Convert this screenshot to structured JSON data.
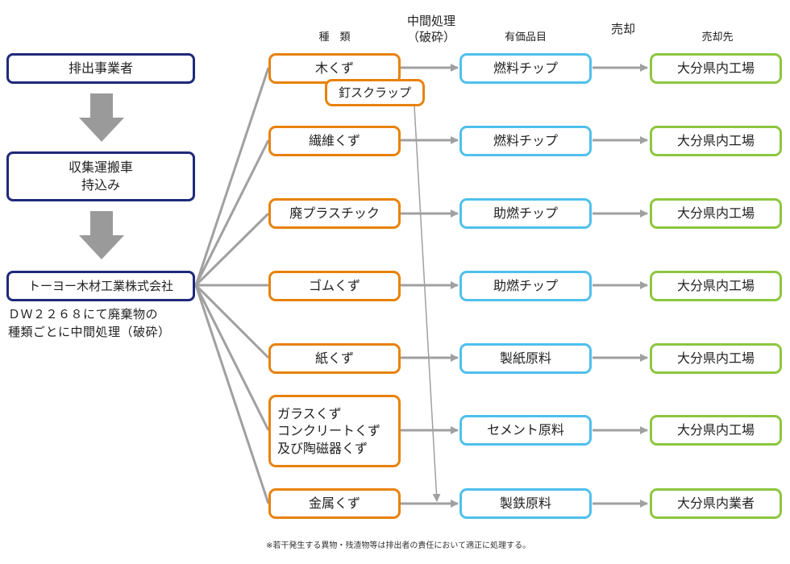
{
  "headers": {
    "type": "種　類",
    "process": "中間処理\n（破砕）",
    "products": "有価品目",
    "sale": "売却",
    "buyer": "売却先"
  },
  "flow": {
    "generator": "排出事業者",
    "transport": "収集運搬車\n持込み",
    "company": "トーヨー木材工業株式会社",
    "note": "ＤＷ２２６８にて廃棄物の\n種類ごとに中間処理（破砕）"
  },
  "rows": [
    {
      "waste": "木くず",
      "product": "燃料チップ",
      "buyer": "大分県内工場"
    },
    {
      "waste": "繊維くず",
      "product": "燃料チップ",
      "buyer": "大分県内工場"
    },
    {
      "waste": "廃プラスチック",
      "product": "助燃チップ",
      "buyer": "大分県内工場"
    },
    {
      "waste": "ゴムくず",
      "product": "助燃チップ",
      "buyer": "大分県内工場"
    },
    {
      "waste": "紙くず",
      "product": "製紙原料",
      "buyer": "大分県内工場"
    },
    {
      "waste": "ガラスくず\nコンクリートくず\n及び陶磁器くず",
      "product": "セメント原料",
      "buyer": "大分県内工場"
    },
    {
      "waste": "金属くず",
      "product": "製鉄原料",
      "buyer": "大分県内業者"
    }
  ],
  "nail_scrap": "釘スクラップ",
  "footnote": "※若干発生する異物・残渣物等は排出者の責任において適正に処理する。",
  "colors": {
    "navy": "#1f2a7a",
    "orange": "#e8820c",
    "cyan": "#4fc0ec",
    "green": "#8dc63f",
    "gray": "#a0a0a0"
  }
}
